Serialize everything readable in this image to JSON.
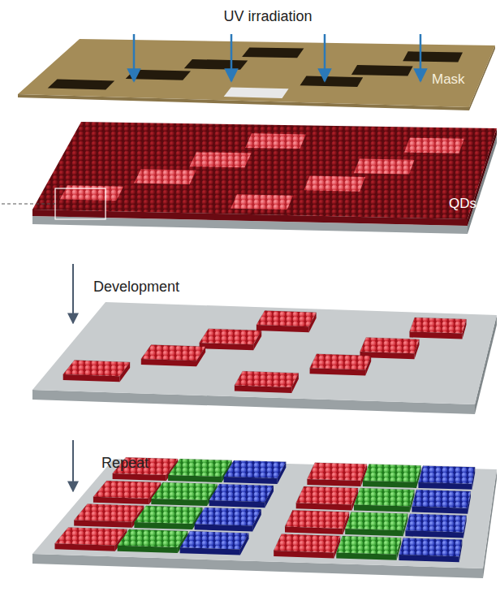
{
  "diagram": {
    "labels": [
      "UV irradiation",
      "Mask",
      "QDs",
      "Development",
      "Repeat"
    ]
  }
}
